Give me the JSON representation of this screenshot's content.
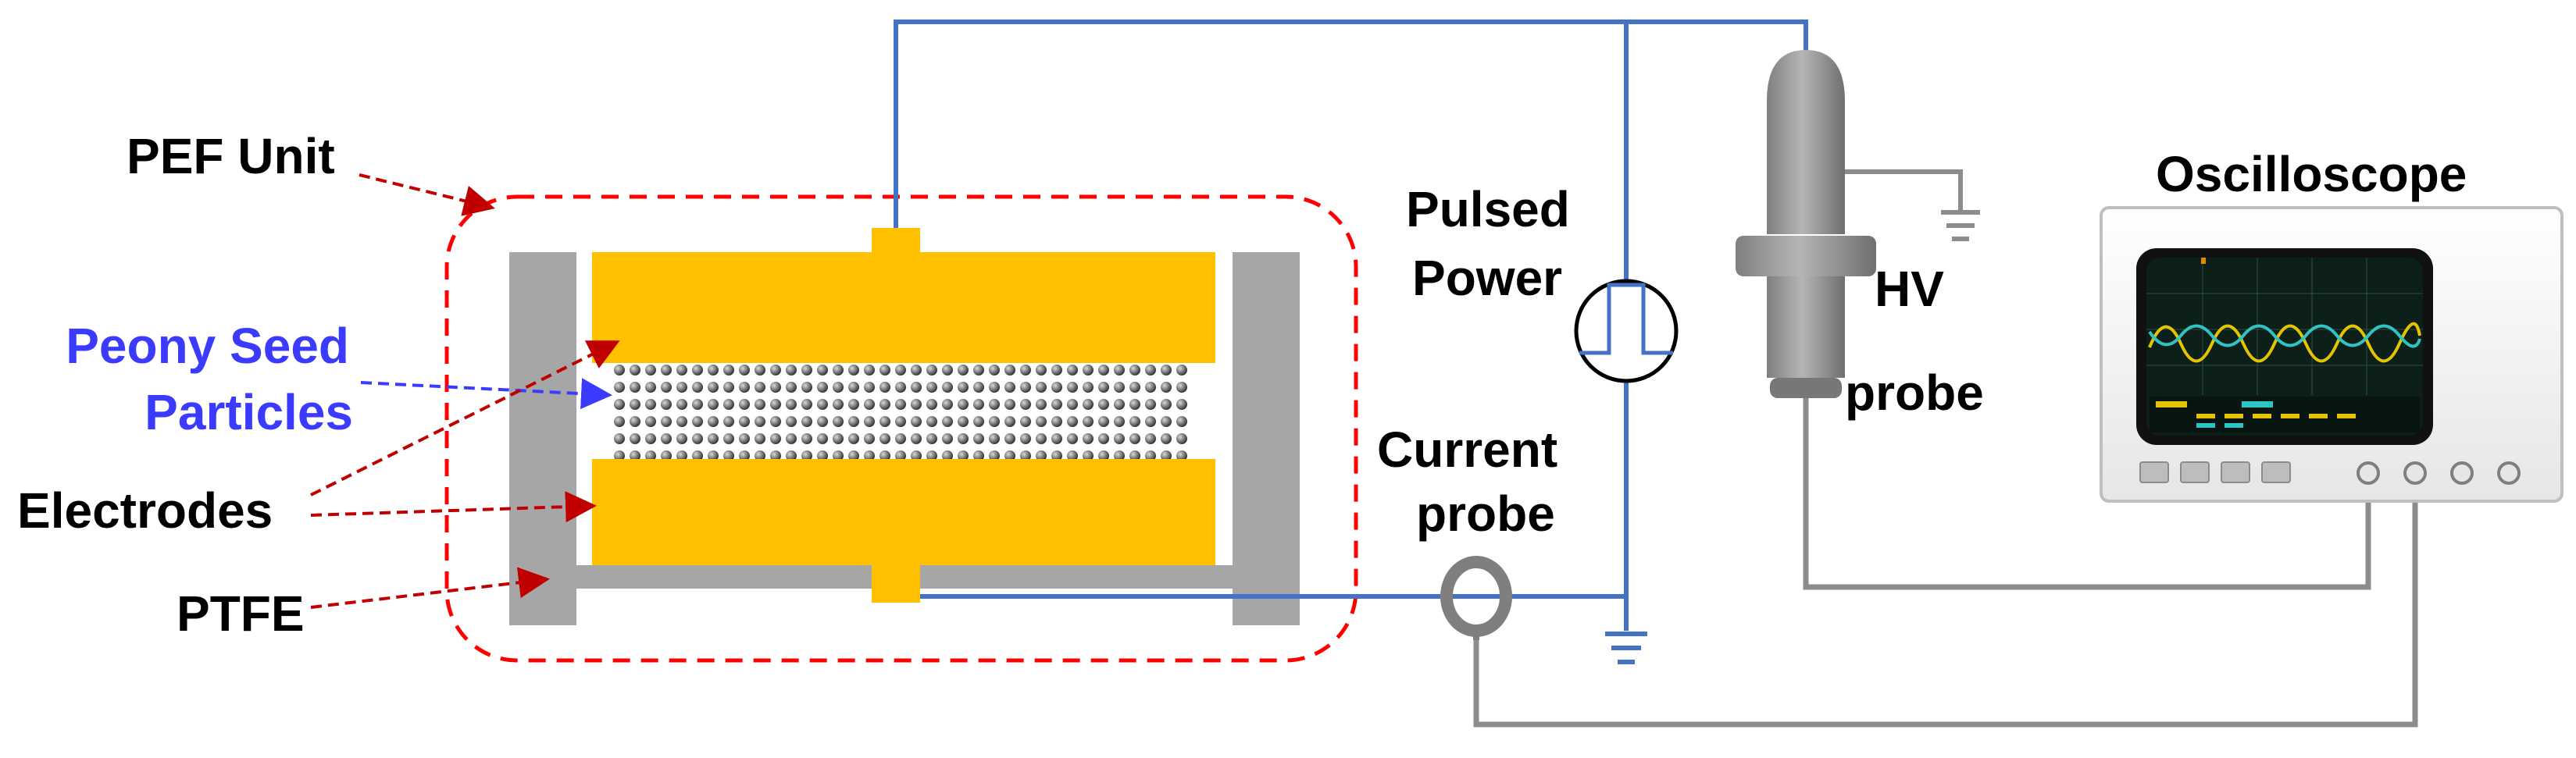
{
  "labels": {
    "pef_unit": "PEF Unit",
    "seed_line1": "Peony Seed",
    "seed_line2": "Particles",
    "electrodes": "Electrodes",
    "ptfe": "PTFE",
    "pulsed_line1": "Pulsed",
    "pulsed_line2": "Power",
    "current_line1": "Current",
    "current_line2": "probe",
    "hv_line1": "HV",
    "hv_line2": "probe",
    "oscilloscope": "Oscilloscope"
  },
  "colors": {
    "electrode": "#ffc000",
    "ptfe": "#a6a6a6",
    "wire_power": "#4472c4",
    "wire_signal": "#8c8c8c",
    "annotation": "#c00000",
    "seed_annotation": "#3b3bff",
    "dashed_unit": "#ff0000"
  }
}
